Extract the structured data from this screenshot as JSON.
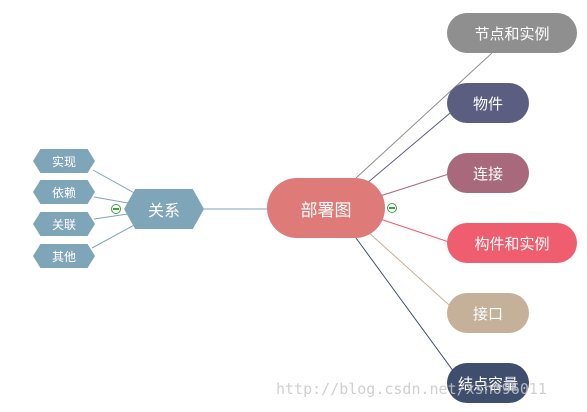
{
  "central": {
    "label": "部署图",
    "color": "#de7b78"
  },
  "relations": {
    "label": "关系",
    "color": "#7fa5b8",
    "children": [
      "实现",
      "依赖",
      "关联",
      "其他"
    ]
  },
  "right_branches": [
    {
      "label": "节点和实例",
      "color": "#8f8f8f"
    },
    {
      "label": "物件",
      "color": "#5b5e80"
    },
    {
      "label": "连接",
      "color": "#a8697c"
    },
    {
      "label": "构件和实例",
      "color": "#ef5e6f"
    },
    {
      "label": "接口",
      "color": "#c5b19a"
    },
    {
      "label": "结点容量",
      "color": "#3f4e6d"
    }
  ],
  "watermark": "http://blog.csdn.net/xsh096011"
}
